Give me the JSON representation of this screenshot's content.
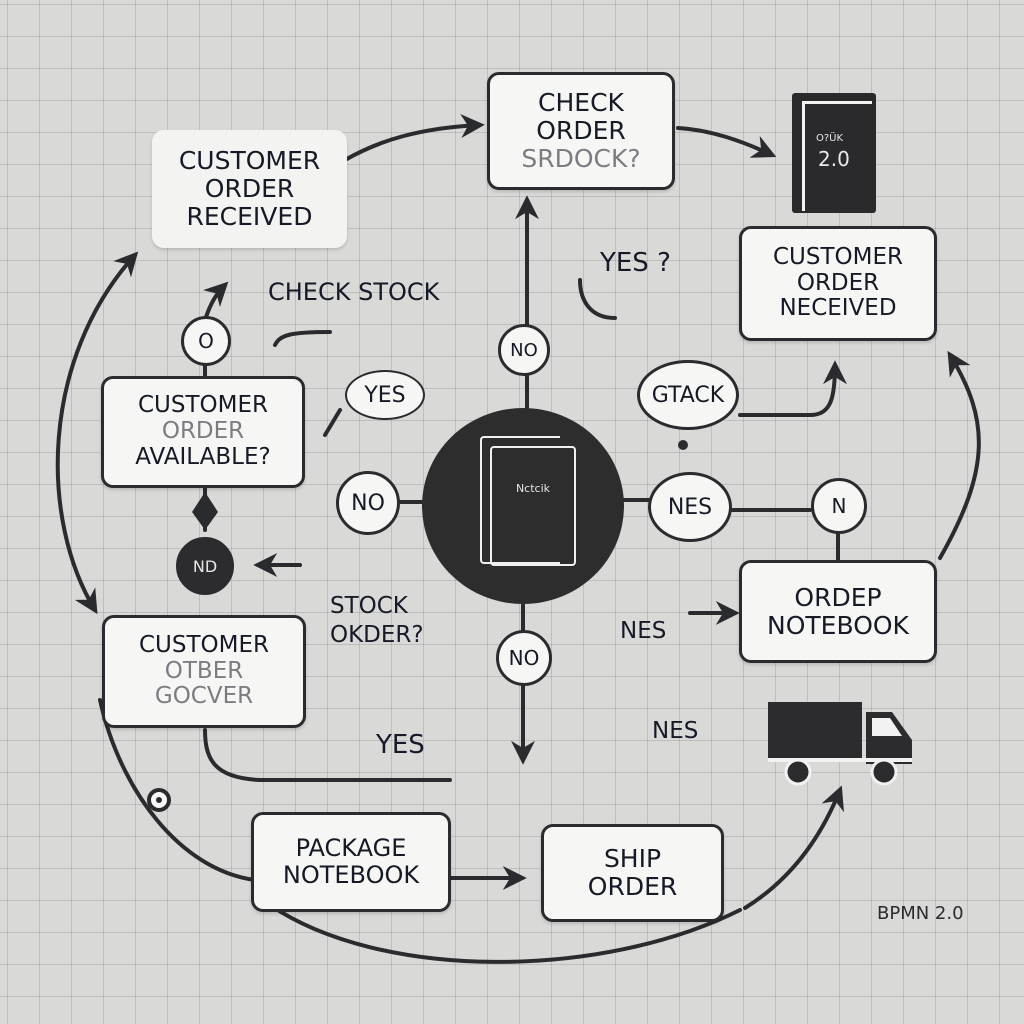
{
  "diagram": {
    "standard_label": "BPMN 2.0",
    "colors": {
      "background": "#d9d9d8",
      "grid": "#a6a6a6",
      "box_fill": "#f6f6f4",
      "stroke": "#2a2b2e",
      "text": "#151a26",
      "dark_fill": "#2d2d2e"
    },
    "tasks": {
      "customer_order_received_top_left": [
        "CUSTOMER",
        "ORDER",
        "RECEIVED"
      ],
      "check_order_stock": [
        "CHECK",
        "ORDER",
        "SRDOCK?"
      ],
      "customer_order_received_right": [
        "CUSTOMER",
        "ORDER",
        "NECEIVED"
      ],
      "customer_order_available": [
        "CUSTOMER",
        "ORDER",
        "AVAILABLE?"
      ],
      "customer_order_cover": [
        "CUSTOMER",
        "OTBER",
        "GOCVER"
      ],
      "order_notebook": [
        "ORDEP",
        "NOTEBOOK"
      ],
      "package_notebook": [
        "PACKAGE",
        "NOTEBOOK"
      ],
      "ship_order": [
        "SHIP",
        "ORDER"
      ]
    },
    "gateways": {
      "left_o": "O",
      "top_no": "NO",
      "left_no": "NO",
      "dark_no": "ND",
      "bottom_no": "NO",
      "right_nes": "NES",
      "right_n": "N",
      "gtack": "GTACK",
      "yes_left": "YES"
    },
    "labels": {
      "check_stock": "CHECK STOCK",
      "yes_question": "YES ?",
      "stock_order": [
        "STOCK",
        "OKDER?"
      ],
      "yes_bottom": "YES",
      "nes_middle": "NES",
      "nes_bottom": "NES"
    },
    "icons": {
      "center_notebook_label": "Nctcik",
      "top_book_label_small": "O?ÜK",
      "top_book_label_version": "2.0"
    }
  }
}
